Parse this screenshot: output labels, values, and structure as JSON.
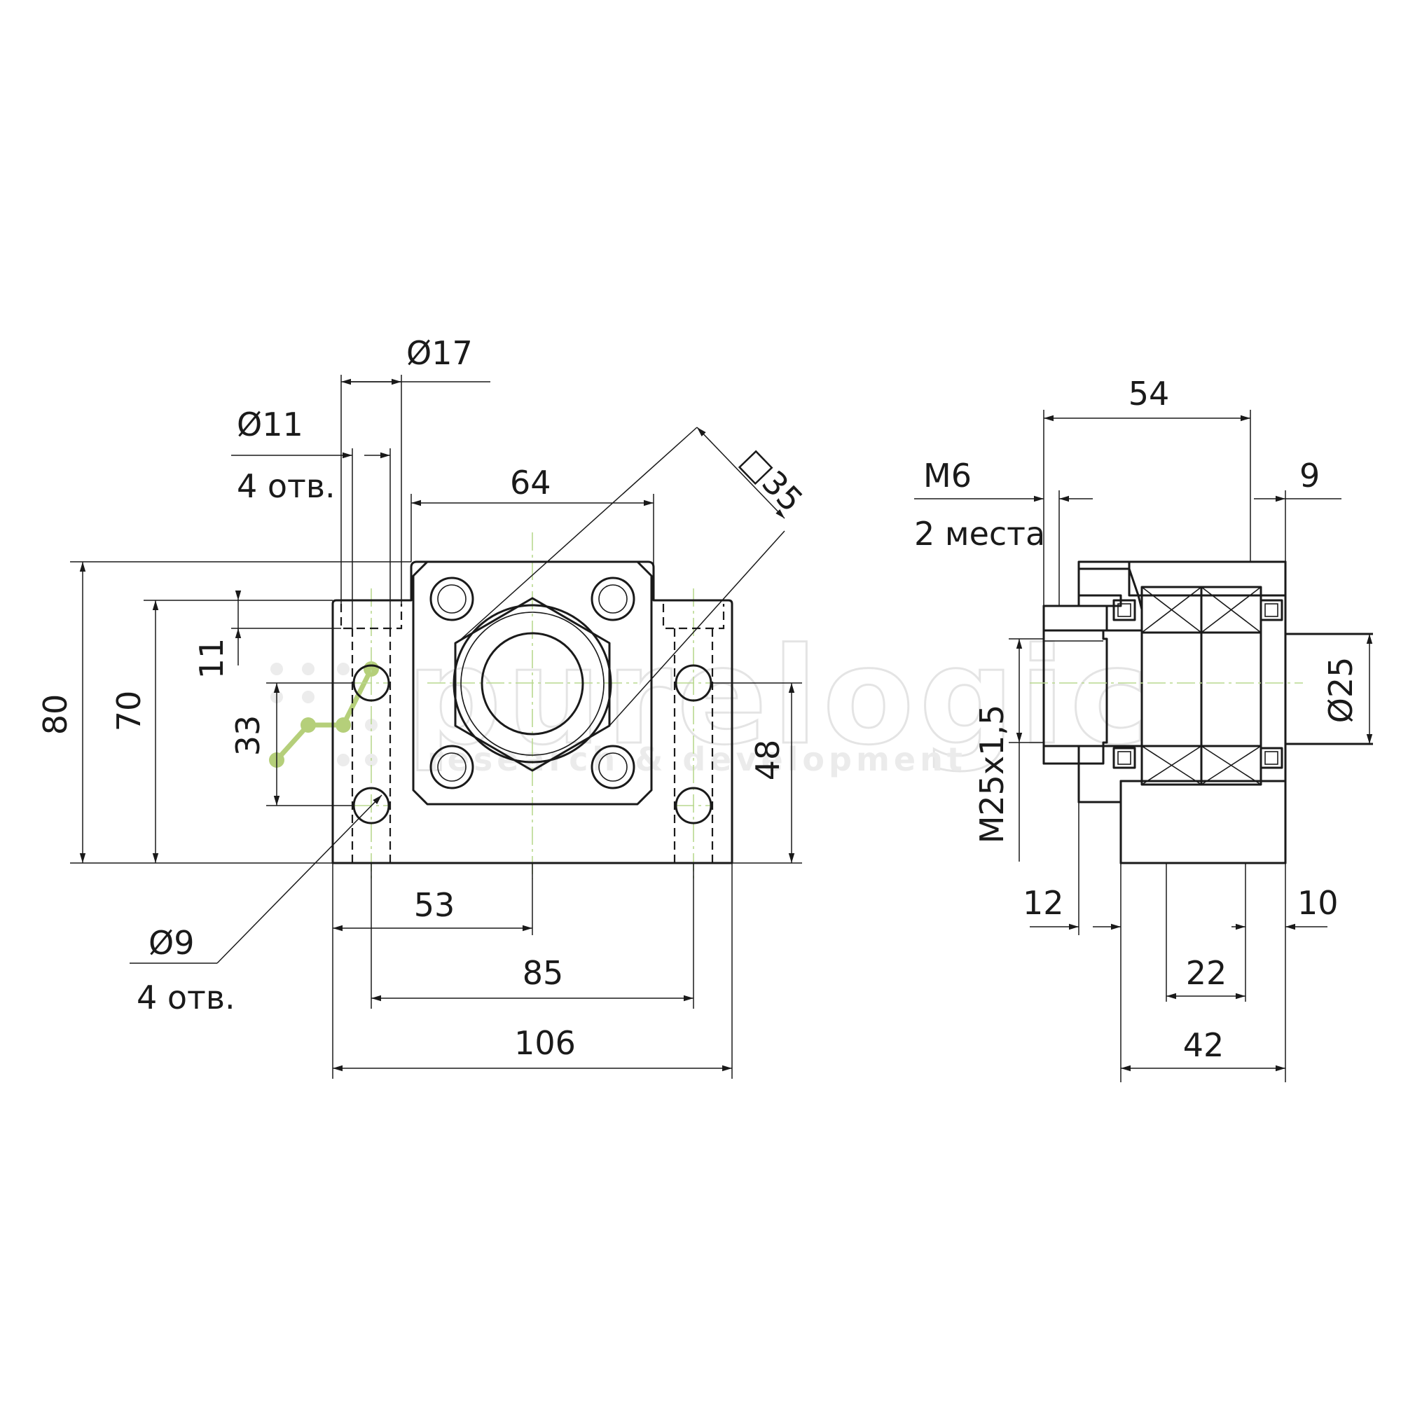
{
  "front_view": {
    "dims": {
      "d17": "Ø17",
      "d11": "Ø11",
      "d11_note": "4 отв.",
      "w64": "64",
      "sq35": "□35",
      "h80": "80",
      "h70": "70",
      "h11": "11",
      "h33": "33",
      "h48": "48",
      "w53": "53",
      "w85": "85",
      "w106": "106",
      "d9": "Ø9",
      "d9_note": "4 отв."
    }
  },
  "side_view": {
    "dims": {
      "w54": "54",
      "m6": "M6",
      "m6_note": "2 места",
      "w9": "9",
      "d25": "Ø25",
      "thread": "M25x1,5",
      "w12": "12",
      "w10": "10",
      "w22": "22",
      "w42": "42"
    }
  },
  "watermark": {
    "brand": "purelogic",
    "tagline": "research & development"
  },
  "colors": {
    "line": "#1a1a1a",
    "centerline": "#b9d98f",
    "logo_green": "#b5cf7a",
    "watermark": "#e2e2e2"
  }
}
